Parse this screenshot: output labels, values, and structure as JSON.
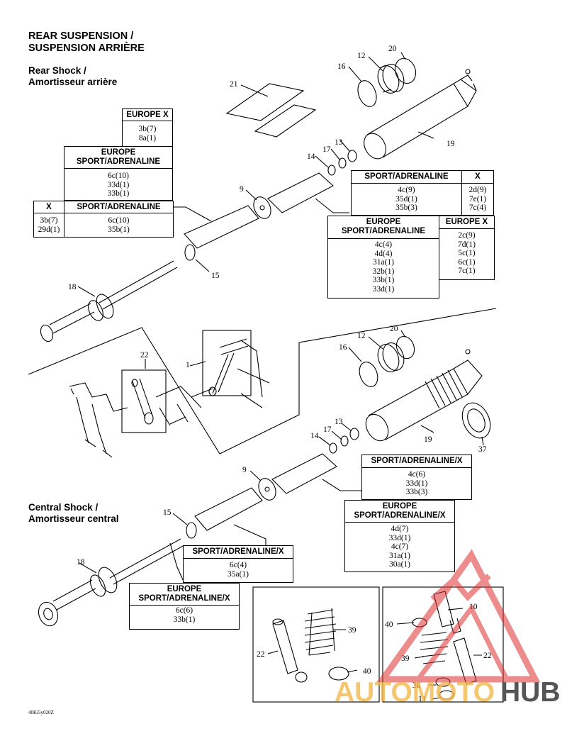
{
  "title": {
    "line1": "REAR SUSPENSION /",
    "line2": "SUSPENSION ARRIÈRE"
  },
  "rear_section": {
    "line1": "Rear Shock /",
    "line2": "Amortisseur arrière"
  },
  "central_section": {
    "line1": "Central Shock /",
    "line2": "Amortisseur central"
  },
  "boxes": {
    "europe_x_top": {
      "head": "EUROPE X",
      "lines": [
        "3b(7)",
        "8a(1)"
      ]
    },
    "europe_sport_top": {
      "head1": "EUROPE",
      "head2": "SPORT/ADRENALINE",
      "lines": [
        "6c(10)",
        "33d(1)",
        "33b(1)"
      ]
    },
    "x_sport_left": {
      "head_x": "X",
      "head_sport": "SPORT/ADRENALINE",
      "x_lines": [
        "3b(7)",
        "29d(1)"
      ],
      "sport_lines": [
        "6c(10)",
        "35b(1)"
      ]
    },
    "sport_x_right": {
      "head_sport": "SPORT/ADRENALINE",
      "head_x": "X",
      "sport_lines": [
        "4c(9)",
        "35d(1)",
        "35b(3)"
      ],
      "x_lines": [
        "2d(9)",
        "7e(1)",
        "7c(4)"
      ]
    },
    "europe_sport_europex": {
      "head1": "EUROPE",
      "head2": "SPORT/ADRENALINE",
      "head_x": "EUROPE X",
      "lines": [
        "4c(4)",
        "4d(4)",
        "31a(1)",
        "32b(1)",
        "33b(1)",
        "33d(1)"
      ],
      "x_lines": [
        "2c(9)",
        "7d(1)",
        "5c(1)",
        "6c(1)",
        "7c(1)"
      ]
    },
    "central_sport_x": {
      "head": "SPORT/ADRENALINE/X",
      "lines": [
        "4c(6)",
        "33d(1)",
        "33b(3)"
      ]
    },
    "central_europe": {
      "head1": "EUROPE",
      "head2": "SPORT/ADRENALINE/X",
      "lines": [
        "4d(7)",
        "33d(1)",
        "4c(7)",
        "31a(1)",
        "30a(1)"
      ]
    },
    "central_sport_lower": {
      "head": "SPORT/ADRENALINE/X",
      "lines": [
        "6c(4)",
        "35a(1)"
      ]
    },
    "central_europe_lower": {
      "head1": "EUROPE",
      "head2": "SPORT/ADRENALINE/X",
      "lines": [
        "6c(6)",
        "33b(1)"
      ]
    }
  },
  "callouts": {
    "r20": "20",
    "r12": "12",
    "r16": "16",
    "r21": "21",
    "r19": "19",
    "r13": "13",
    "r17": "17",
    "r14": "14",
    "r9": "9",
    "r15": "15",
    "r18": "18",
    "c22": "22",
    "c1": "1",
    "m20": "20",
    "m12": "12",
    "m16": "16",
    "m19": "19",
    "m37": "37",
    "m13": "13",
    "m17": "17",
    "m14": "14",
    "m9": "9",
    "m15": "15",
    "m18": "18",
    "d39": "39",
    "d22": "22",
    "d40": "40",
    "e10": "10",
    "e40": "40",
    "e39": "39",
    "e22": "22",
    "e36": "36",
    "e11": "11"
  },
  "drawing_code": "40Ki5y020Z",
  "watermark": {
    "text1": "AUTOMOTO",
    "text2": "HUB",
    "color_logo": "#e03030",
    "color_text1": "#f2b84c",
    "color_text2": "#555555"
  }
}
